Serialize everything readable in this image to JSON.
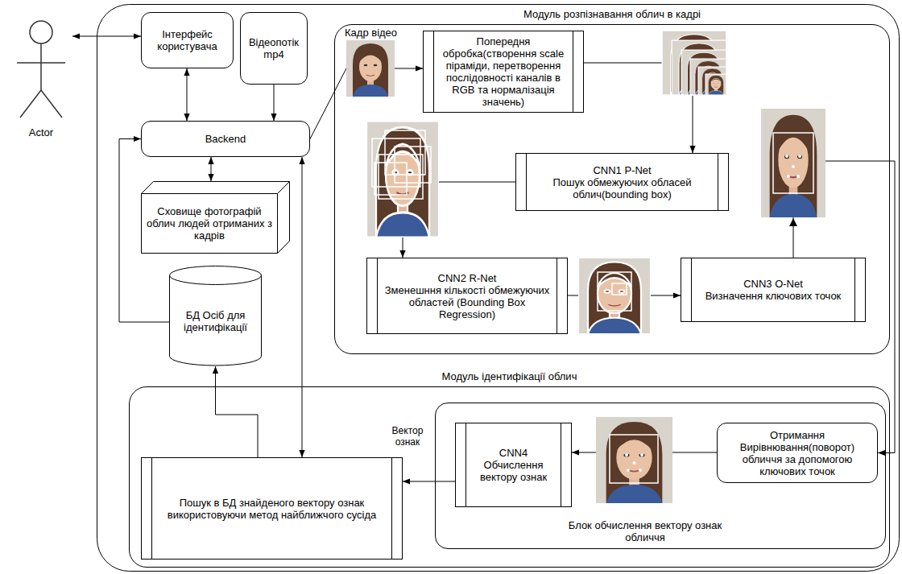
{
  "diagram": {
    "nodes": [
      {
        "text": [
          "Actor"
        ]
      },
      {
        "text": [
          "Інтерфейс користувача"
        ]
      },
      {
        "text": [
          "Відеопотік mp4"
        ]
      },
      {
        "text": [
          "Backend"
        ]
      },
      {
        "text": [
          "Сховище фотографій облич людей отриманих з кадрів"
        ]
      },
      {
        "text": [
          "БД Осіб для ідентифікації"
        ]
      },
      {
        "text": [
          "Модуль розпізнавання облич в кадрі"
        ]
      },
      {
        "text": [
          "Попередня обробка(створення scale піраміди, перетворення послідовності каналів в RGB та нормалізація значень)"
        ],
        "in": 6
      },
      {
        "text": [
          "CNN1 P-Net",
          "Пошук обмежуючих обласей облич(bounding box)"
        ],
        "in": 6
      },
      {
        "text": [
          "CNN2 R-Net",
          "Зменешння кількості обмежуючих областей (Bounding Box Regression)"
        ],
        "in": 6
      },
      {
        "text": [
          "CNN3 O-Net",
          "Визначення ключових точок"
        ],
        "in": 6
      },
      {
        "text": [
          "Модуль ідентифікації облич"
        ]
      },
      {
        "text": [
          "Пошук в БД знайденого вектору ознак використовуючи метод найближчого сусіда"
        ],
        "in": 11
      },
      {
        "text": [
          "Блок обчислення вектору ознак обличчя"
        ],
        "in": 11
      },
      {
        "text": [
          "CNN4",
          "Обчислення вектору ознак"
        ],
        "in": 13
      },
      {
        "text": [
          "Отримання Вирівнювання(поворот) обличчя за допомогою ключових точок"
        ],
        "in": 13
      }
    ],
    "edges": [
      {
        "from": 0,
        "to": 1,
        "arrow": "both"
      },
      {
        "from": 1,
        "to": 3,
        "arrow": "both"
      },
      {
        "from": 2,
        "to": 3,
        "arrow": "to"
      },
      {
        "from": 3,
        "to": 4,
        "arrow": "both"
      },
      {
        "from": 5,
        "to": 3,
        "arrow": "to"
      },
      {
        "from": 3,
        "to": 7,
        "arrow": "to"
      },
      {
        "from": 7,
        "to": 8,
        "arrow": "to"
      },
      {
        "from": 8,
        "to": 9,
        "arrow": "to"
      },
      {
        "from": 9,
        "to": 10,
        "arrow": "to"
      },
      {
        "from": 10,
        "to": 15,
        "arrow": "to"
      },
      {
        "from": 15,
        "to": 14,
        "arrow": "to"
      },
      {
        "from": 14,
        "to": 12,
        "label": "Вектор ознак",
        "arrow": "to"
      },
      {
        "from": 12,
        "to": 5,
        "arrow": "to"
      },
      {
        "from": 3,
        "to": 12,
        "arrow": "both"
      }
    ],
    "labels": [
      "Кадр відео"
    ]
  }
}
